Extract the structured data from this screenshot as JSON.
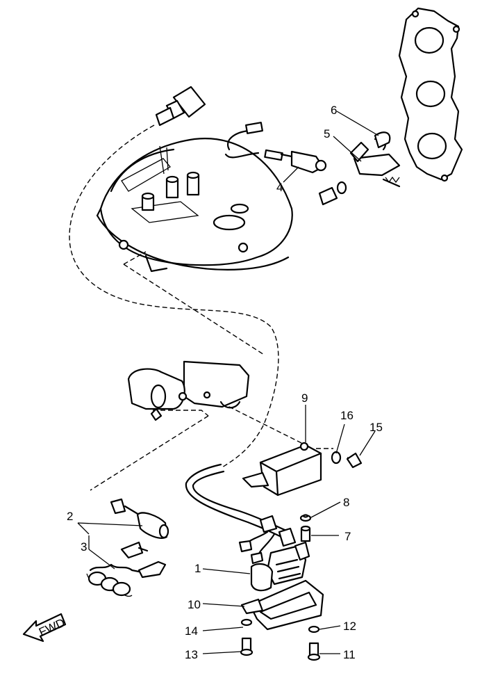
{
  "callouts": [
    {
      "id": "c1",
      "text": "1"
    },
    {
      "id": "c2",
      "text": "2"
    },
    {
      "id": "c3",
      "text": "3"
    },
    {
      "id": "c4",
      "text": "4"
    },
    {
      "id": "c5",
      "text": "5"
    },
    {
      "id": "c6",
      "text": "6"
    },
    {
      "id": "c7",
      "text": "7"
    },
    {
      "id": "c8",
      "text": "8"
    },
    {
      "id": "c9",
      "text": "9"
    },
    {
      "id": "c10",
      "text": "10"
    },
    {
      "id": "c11",
      "text": "11"
    },
    {
      "id": "c12",
      "text": "12"
    },
    {
      "id": "c13",
      "text": "13"
    },
    {
      "id": "c14",
      "text": "14"
    },
    {
      "id": "c15",
      "text": "15"
    },
    {
      "id": "c16",
      "text": "16"
    }
  ],
  "direction_marker": {
    "text": "FWD"
  }
}
